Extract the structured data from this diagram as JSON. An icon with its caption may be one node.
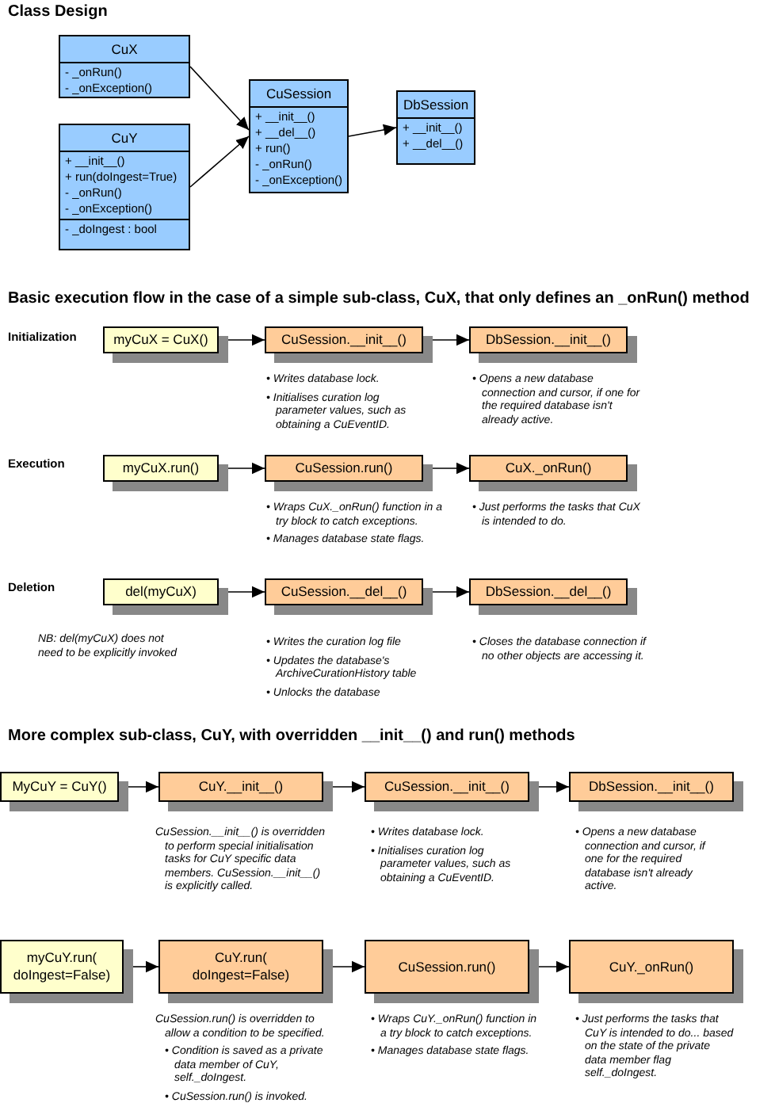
{
  "diagram": {
    "nodes": [
      {
        "text": [
          "CuX",
          "- _onRun()",
          "- _onException()"
        ]
      },
      {
        "text": [
          "CuY",
          "+ __init__()",
          "+ run(doIngest=True)",
          "- _onRun()",
          "- _onException()",
          "- _doIngest : bool"
        ]
      },
      {
        "text": [
          "CuSession",
          "+ __init__()",
          "+ __del__()",
          "+ run()",
          "- _onRun()",
          "- _onException()"
        ]
      },
      {
        "text": [
          "DbSession",
          "+ __init__()",
          "+ __del__()"
        ]
      },
      {
        "text": [
          "myCuX = CuX()"
        ]
      },
      {
        "text": [
          "CuSession.__init__()"
        ],
        "beside": [
          "• Writes database lock.",
          "• Initialises curation log parameter values, such as obtaining a CuEventID."
        ]
      },
      {
        "text": [
          "DbSession.__init__()"
        ],
        "beside": [
          "• Opens a new database connection and cursor, if one for the required database isn't already active."
        ]
      },
      {
        "text": [
          "myCuX.run()"
        ]
      },
      {
        "text": [
          "CuSession.run()"
        ],
        "beside": [
          "• Wraps CuX._onRun() function in a try block to catch exceptions.",
          "• Manages database state flags."
        ]
      },
      {
        "text": [
          "CuX._onRun()"
        ],
        "beside": [
          "• Just performs the tasks that CuX is intended to do."
        ]
      },
      {
        "text": [
          "del(myCuX)"
        ]
      },
      {
        "text": [
          "CuSession.__del__()"
        ],
        "beside": [
          "• Writes the curation log file",
          "• Updates the database's ArchiveCurationHistory table",
          "• Unlocks the database"
        ]
      },
      {
        "text": [
          "DbSession.__del__()"
        ],
        "beside": [
          "• Closes the database connection if no other objects are accessing it."
        ]
      },
      {
        "text": [
          "MyCuY = CuY()"
        ]
      },
      {
        "text": [
          "CuY.__init__()"
        ],
        "beside": [
          "CuSession.__init__() is overridden to perform special initialisation tasks for CuY specific data members. CuSession.__init__() is explicitly called."
        ]
      },
      {
        "text": [
          "CuSession.__init__()"
        ],
        "beside": [
          "• Writes database lock.",
          "• Initialises curation log parameter values, such as obtaining a CuEventID."
        ]
      },
      {
        "text": [
          "DbSession.__init__()"
        ],
        "beside": [
          "• Opens a new database connection and cursor, if one for the required database isn't already active."
        ]
      },
      {
        "text": [
          "myCuY.run( doIngest=False)"
        ]
      },
      {
        "text": [
          "CuY.run( doIngest=False)"
        ],
        "beside": [
          "CuSession.run() is overridden to allow a condition to be specified.",
          "• Condition is saved as a private data member of CuY, self._doIngest.",
          "• CuSession.run() is invoked."
        ]
      },
      {
        "text": [
          "CuSession.run()"
        ],
        "beside": [
          "• Wraps CuY._onRun() function in a try block to catch exceptions.",
          "• Manages database state flags."
        ]
      },
      {
        "text": [
          "CuY._onRun()"
        ],
        "beside": [
          "• Just performs the tasks that CuY is intended to do... based on the state of the private data member flag self._doIngest."
        ]
      }
    ],
    "edges": [
      {
        "from": 0,
        "to": 2,
        "arrow": "to"
      },
      {
        "from": 1,
        "to": 2,
        "arrow": "to"
      },
      {
        "from": 2,
        "to": 3,
        "arrow": "to"
      },
      {
        "from": 4,
        "to": 5,
        "arrow": "to"
      },
      {
        "from": 5,
        "to": 6,
        "arrow": "to"
      },
      {
        "from": 7,
        "to": 8,
        "arrow": "to"
      },
      {
        "from": 8,
        "to": 9,
        "arrow": "to"
      },
      {
        "from": 10,
        "to": 11,
        "arrow": "to"
      },
      {
        "from": 11,
        "to": 12,
        "arrow": "to"
      },
      {
        "from": 13,
        "to": 14,
        "arrow": "to"
      },
      {
        "from": 14,
        "to": 15,
        "arrow": "to"
      },
      {
        "from": 15,
        "to": 16,
        "arrow": "to"
      },
      {
        "from": 17,
        "to": 18,
        "arrow": "to"
      },
      {
        "from": 18,
        "to": 19,
        "arrow": "to"
      },
      {
        "from": 19,
        "to": 20,
        "arrow": "to"
      }
    ],
    "labels": [
      "Class Design",
      "Basic execution flow in the case of a simple sub-class, CuX, that only defines an _onRun() method",
      "Initialization",
      "Execution",
      "Deletion",
      "NB: del(myCuX) does not need to be explicitly invoked",
      "More complex sub-class, CuY, with overridden __init__() and run() methods"
    ]
  }
}
